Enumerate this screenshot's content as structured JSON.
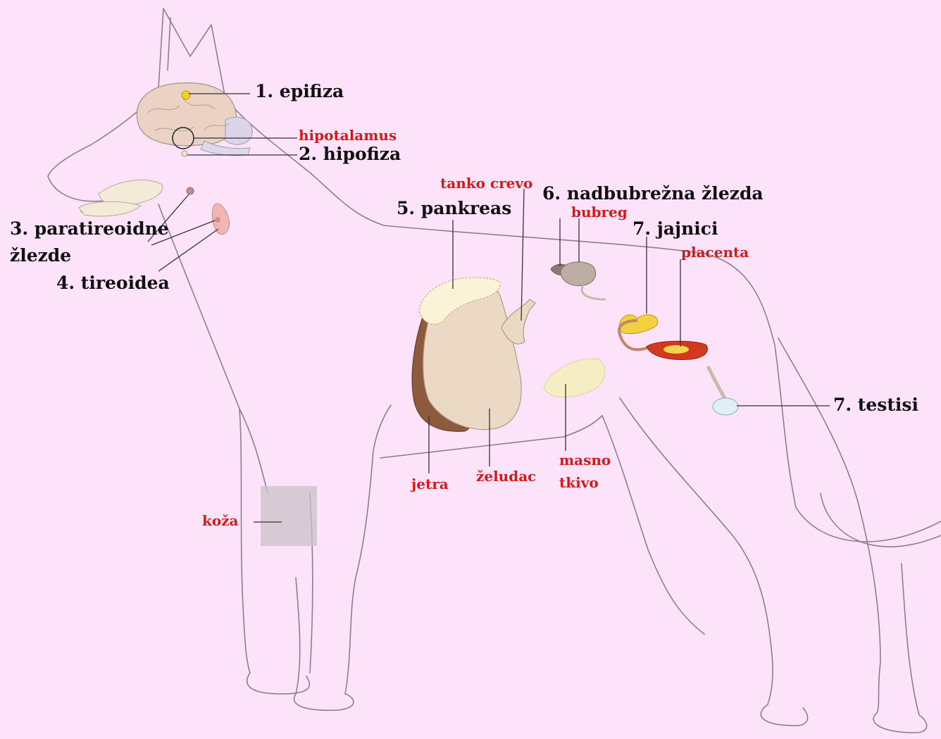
{
  "colors": {
    "background": "#fde3fa",
    "outline": "#8a8088",
    "leader": "#333333",
    "gland_label": "#111111",
    "tissue_label": "#d21a1a"
  },
  "labels": {
    "epifiza": "1. epifiza",
    "hipotalamus": "hipotalamus",
    "hipofiza": "2. hipofiza",
    "paratireoidne_line1": "3. paratireoidne",
    "paratireoidne_line2": "žlezde",
    "tireoidea": "4. tireoidea",
    "tanko_crevo": "tanko crevo",
    "pankreas": "5. pankreas",
    "nadbubrezna": "6. nadbubrežna žlezda",
    "bubreg": "bubreg",
    "jajnici": "7. jajnici",
    "placenta": "placenta",
    "testisi": "7. testisi",
    "jetra": "jetra",
    "zeludac": "želudac",
    "masno_line1": "masno",
    "masno_line2": "tkivo",
    "koza": "koža"
  }
}
